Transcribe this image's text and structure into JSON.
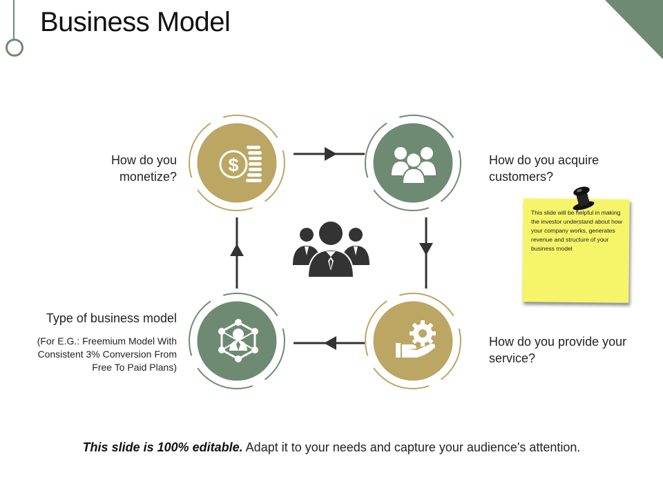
{
  "slide": {
    "title": "Business Model",
    "colors": {
      "olive": "#bba664",
      "sage": "#6e8a73",
      "dark": "#333333",
      "note": "#f6f569"
    }
  },
  "cycle": {
    "monetize": {
      "label": "How do you monetize?",
      "icon": "dollar-coins-icon"
    },
    "acquire": {
      "label": "How do you acquire customers?",
      "icon": "customers-group-icon"
    },
    "provide": {
      "label": "How do you provide your service?",
      "icon": "hand-gear-service-icon"
    },
    "business_type": {
      "label": "Type of business model",
      "description": "(For E.G.: Freemium Model With Consistent 3% Conversion From Free To Paid Plans)",
      "icon": "network-person-icon"
    },
    "center_icon": "business-team-icon"
  },
  "sticky_note": {
    "text": "This slide will be helpful in making the investor understand about how your company works, generates revenue and structure of your business model",
    "icon": "push-pin-icon"
  },
  "footer": {
    "emphasis": "This slide is 100% editable.",
    "text": "Adapt it to your needs and capture your audience's attention."
  }
}
